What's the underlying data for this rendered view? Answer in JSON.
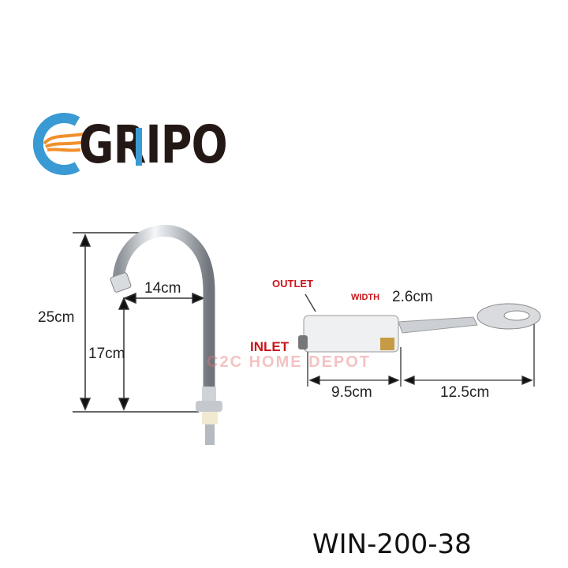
{
  "brand": {
    "name": "GRIPO",
    "colors": {
      "blue": "#3a9ad3",
      "orange": "#f0902a",
      "black": "#231815"
    }
  },
  "faucet": {
    "height_label": "25cm",
    "spout_height_label": "17cm",
    "reach_label": "14cm"
  },
  "pedal_valve": {
    "outlet_label": "OUTLET",
    "inlet_label": "INLET",
    "width_label": "WIDTH",
    "width_value": "2.6cm",
    "body_length_label": "9.5cm",
    "pedal_length_label": "12.5cm"
  },
  "watermark": "C2C HOME DEPOT",
  "model_number": "WIN-200-38"
}
